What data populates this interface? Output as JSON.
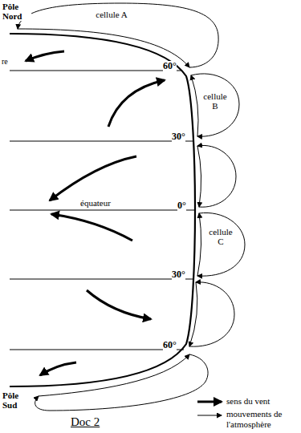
{
  "diagram": {
    "caption": "Doc 2",
    "nodes": [
      {
        "text": [
          "cellule A"
        ]
      },
      {
        "text": [
          "cellule B"
        ]
      },
      {
        "text": [
          "cellule C"
        ]
      }
    ],
    "labels": [
      "Pôle Nord",
      "re",
      "60°",
      "30°",
      "équateur",
      "0°",
      "30°",
      "60°",
      "Pôle Sud"
    ],
    "legend": [
      {
        "text": "sens du vent"
      },
      {
        "text": "mouvements de l'atmosphère"
      }
    ]
  }
}
